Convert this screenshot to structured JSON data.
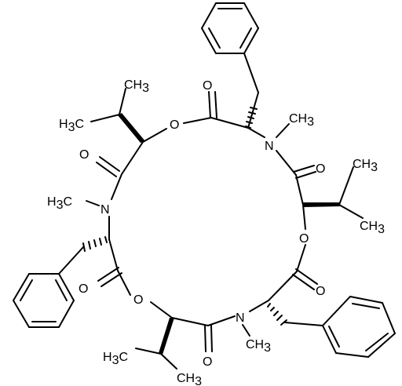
{
  "atom_labels": {
    "o_ring_top": "O",
    "o_carbonyl_top": "O",
    "n_top": "N",
    "me_top": "CH",
    "me_top_sub": "3",
    "o_carbonyl_right": "O",
    "o_ring_right": "O",
    "o_carbonyl_right_lower": "O",
    "n_bottom": "N",
    "me_bottom": "CH",
    "me_bottom_sub": "3",
    "o_carbonyl_bottom": "O",
    "o_ring_bottom": "O",
    "o_carbonyl_left_lower": "O",
    "n_left": "N",
    "me_left": "H",
    "me_left_sub": "3",
    "me_left_c": "C",
    "o_carbonyl_left": "O",
    "ipr1_ch3": "CH",
    "ipr1_ch3_sub": "3",
    "ipr1_h3c": "H",
    "ipr1_h3c_sub": "3",
    "ipr1_h3c_c": "C",
    "ipr2_ch3": "CH",
    "ipr2_ch3_sub": "3",
    "ipr2_ch3b": "CH",
    "ipr2_ch3b_sub": "3",
    "ipr3_h3c": "H",
    "ipr3_h3c_sub": "3",
    "ipr3_h3c_c": "C",
    "ipr3_ch3": "CH",
    "ipr3_ch3_sub": "3"
  },
  "colors": {
    "bond": "#000000",
    "label": "#000000",
    "background": "#ffffff"
  }
}
